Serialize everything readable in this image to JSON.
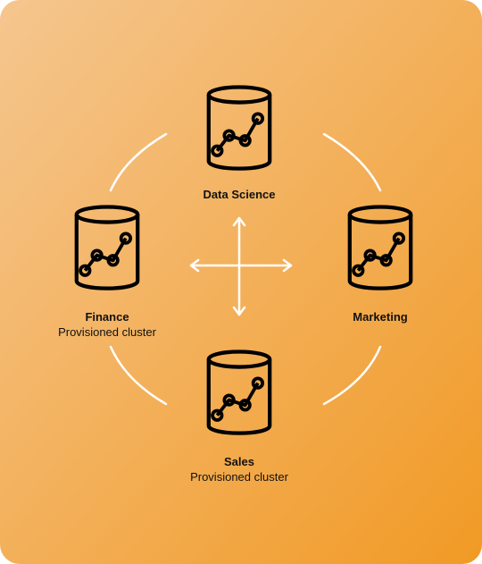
{
  "colors": {
    "gradient_start": "#F5C68F",
    "gradient_end": "#F19A25",
    "icon_stroke": "#000000",
    "connector": "#ffffff"
  },
  "nodes": {
    "data_science": {
      "title": "Data Science",
      "icon": "database-chart-icon"
    },
    "finance": {
      "title": "Finance",
      "subtitle": "Provisioned cluster",
      "icon": "database-chart-icon"
    },
    "marketing": {
      "title": "Marketing",
      "icon": "database-chart-icon"
    },
    "sales": {
      "title": "Sales",
      "subtitle": "Provisioned cluster",
      "icon": "database-chart-icon"
    }
  },
  "center": {
    "icon": "four-way-arrows-icon"
  }
}
